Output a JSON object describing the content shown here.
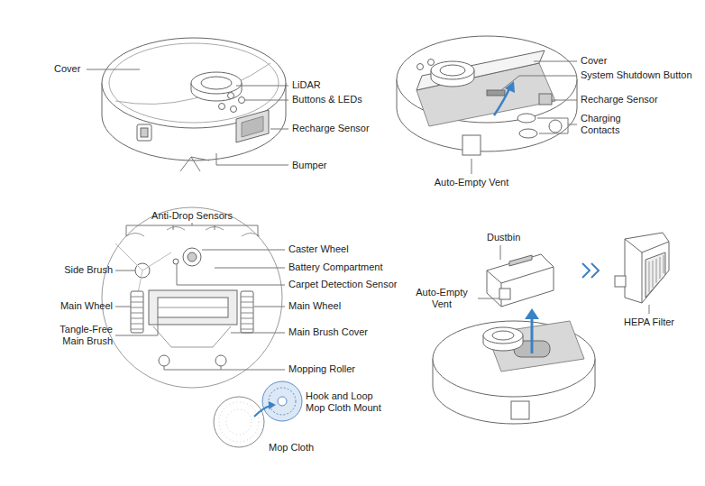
{
  "diagram": {
    "labels": [
      "Cover",
      "LiDAR",
      "Buttons & LEDs",
      "Recharge Sensor",
      "Bumper",
      "Cover",
      "System Shutdown Button",
      "Recharge Sensor",
      "Charging Contacts",
      "Auto-Empty Vent",
      "Anti-Drop Sensors",
      "Caster Wheel",
      "Side Brush",
      "Battery Compartment",
      "Carpet Detection Sensor",
      "Main Wheel",
      "Main Wheel",
      "Tangle-Free Main Brush",
      "Main Brush Cover",
      "Mopping Roller",
      "Hook and Loop Mop Cloth Mount",
      "Mop Cloth",
      "Dustbin",
      "Auto-Empty Vent",
      "HEPA Filter"
    ]
  }
}
